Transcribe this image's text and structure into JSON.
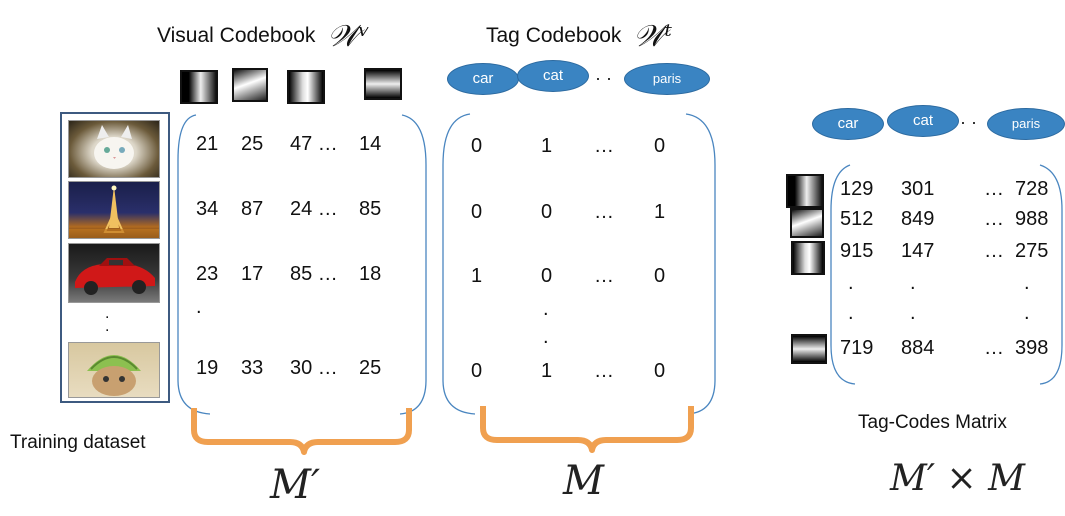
{
  "visual_codebook": {
    "label": "Visual Codebook",
    "symbol": "𝒲ᵛ"
  },
  "tag_codebook": {
    "label": "Tag Codebook",
    "symbol": "𝒲ᵗ"
  },
  "tags_top": [
    "car",
    "cat",
    "· ·",
    "paris"
  ],
  "tags_right": [
    "car",
    "cat",
    "· ·",
    "paris"
  ],
  "training_dataset_label": "Training dataset",
  "training_images": [
    "cat",
    "eiffel-tower",
    "red-car",
    "cat-with-melon-helmet"
  ],
  "training_dots": [
    ".",
    "."
  ],
  "matrix_visual": {
    "rows": [
      [
        "21",
        "25",
        "47 …",
        "14"
      ],
      [
        "34",
        "87",
        "24 …",
        "85"
      ],
      [
        "23",
        "17",
        "85 …",
        "18"
      ],
      [
        "19",
        "33",
        "30 …",
        "25"
      ]
    ],
    "dot": "."
  },
  "matrix_tag": {
    "rows": [
      [
        "0",
        "1",
        "…",
        "0"
      ],
      [
        "0",
        "0",
        "…",
        "1"
      ],
      [
        "1",
        "0",
        "…",
        "0"
      ],
      [
        "0",
        "1",
        "…",
        "0"
      ]
    ],
    "dots": [
      ".",
      "."
    ]
  },
  "matrix_codes": {
    "rows": [
      [
        "129",
        "301",
        "…",
        "728"
      ],
      [
        "512",
        "849",
        "…",
        "988"
      ],
      [
        "915",
        "147",
        "…",
        "275"
      ],
      [
        "719",
        "884",
        "…",
        "398"
      ]
    ],
    "dot": "."
  },
  "label_m_prime": "M′",
  "label_m": "M",
  "label_product": "M′ × M",
  "tag_codes_caption": "Tag-Codes Matrix",
  "colors": {
    "tag_pill": "#3a84c2",
    "brace": "#f0a050",
    "matrix_bracket": "#4a86c0",
    "dataset_frame": "#3d5a80"
  }
}
